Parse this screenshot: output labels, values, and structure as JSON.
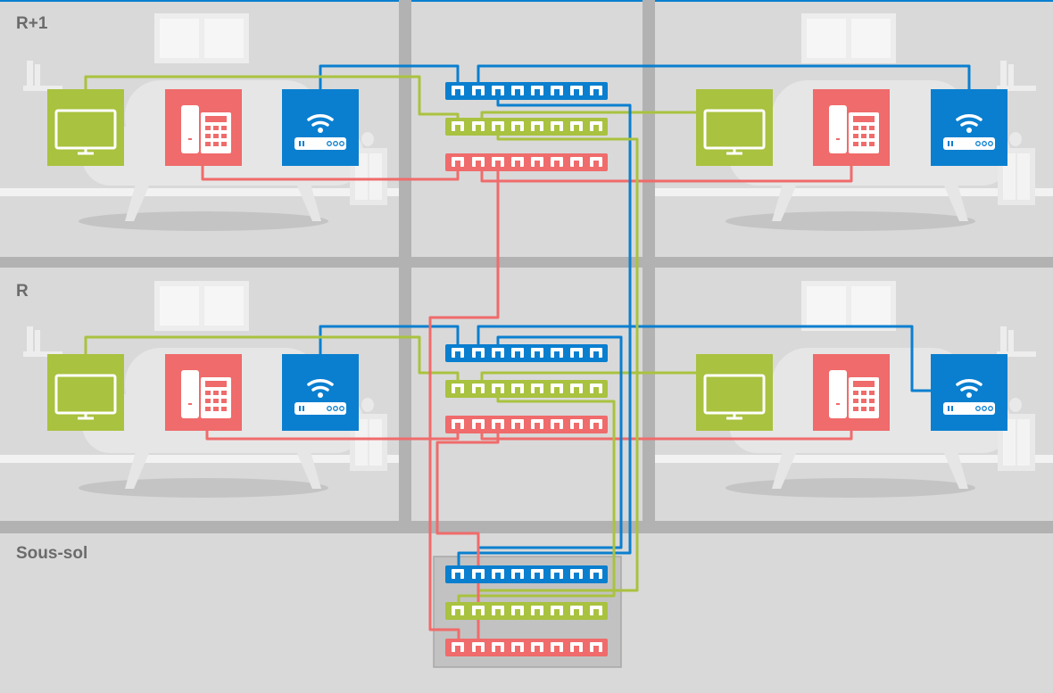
{
  "floors": [
    {
      "label": "R+1"
    },
    {
      "label": "R"
    },
    {
      "label": "Sous-sol"
    }
  ],
  "device_icons": {
    "tv": "tv-monitor-icon",
    "phone": "desk-phone-icon",
    "wifi": "wifi-router-icon",
    "switch": "network-switch-icon"
  },
  "colors": {
    "data": "#0a7fcf",
    "tv": "#a9c23f",
    "phone": "#f06b6b",
    "wall_frame": "#b2b2b2",
    "room_background": "#d9d9d9",
    "basement_cabinet": "#c2c2c2",
    "furniture": "#e6e6e6"
  },
  "switches_per_floor": [
    "data",
    "tv",
    "phone"
  ]
}
